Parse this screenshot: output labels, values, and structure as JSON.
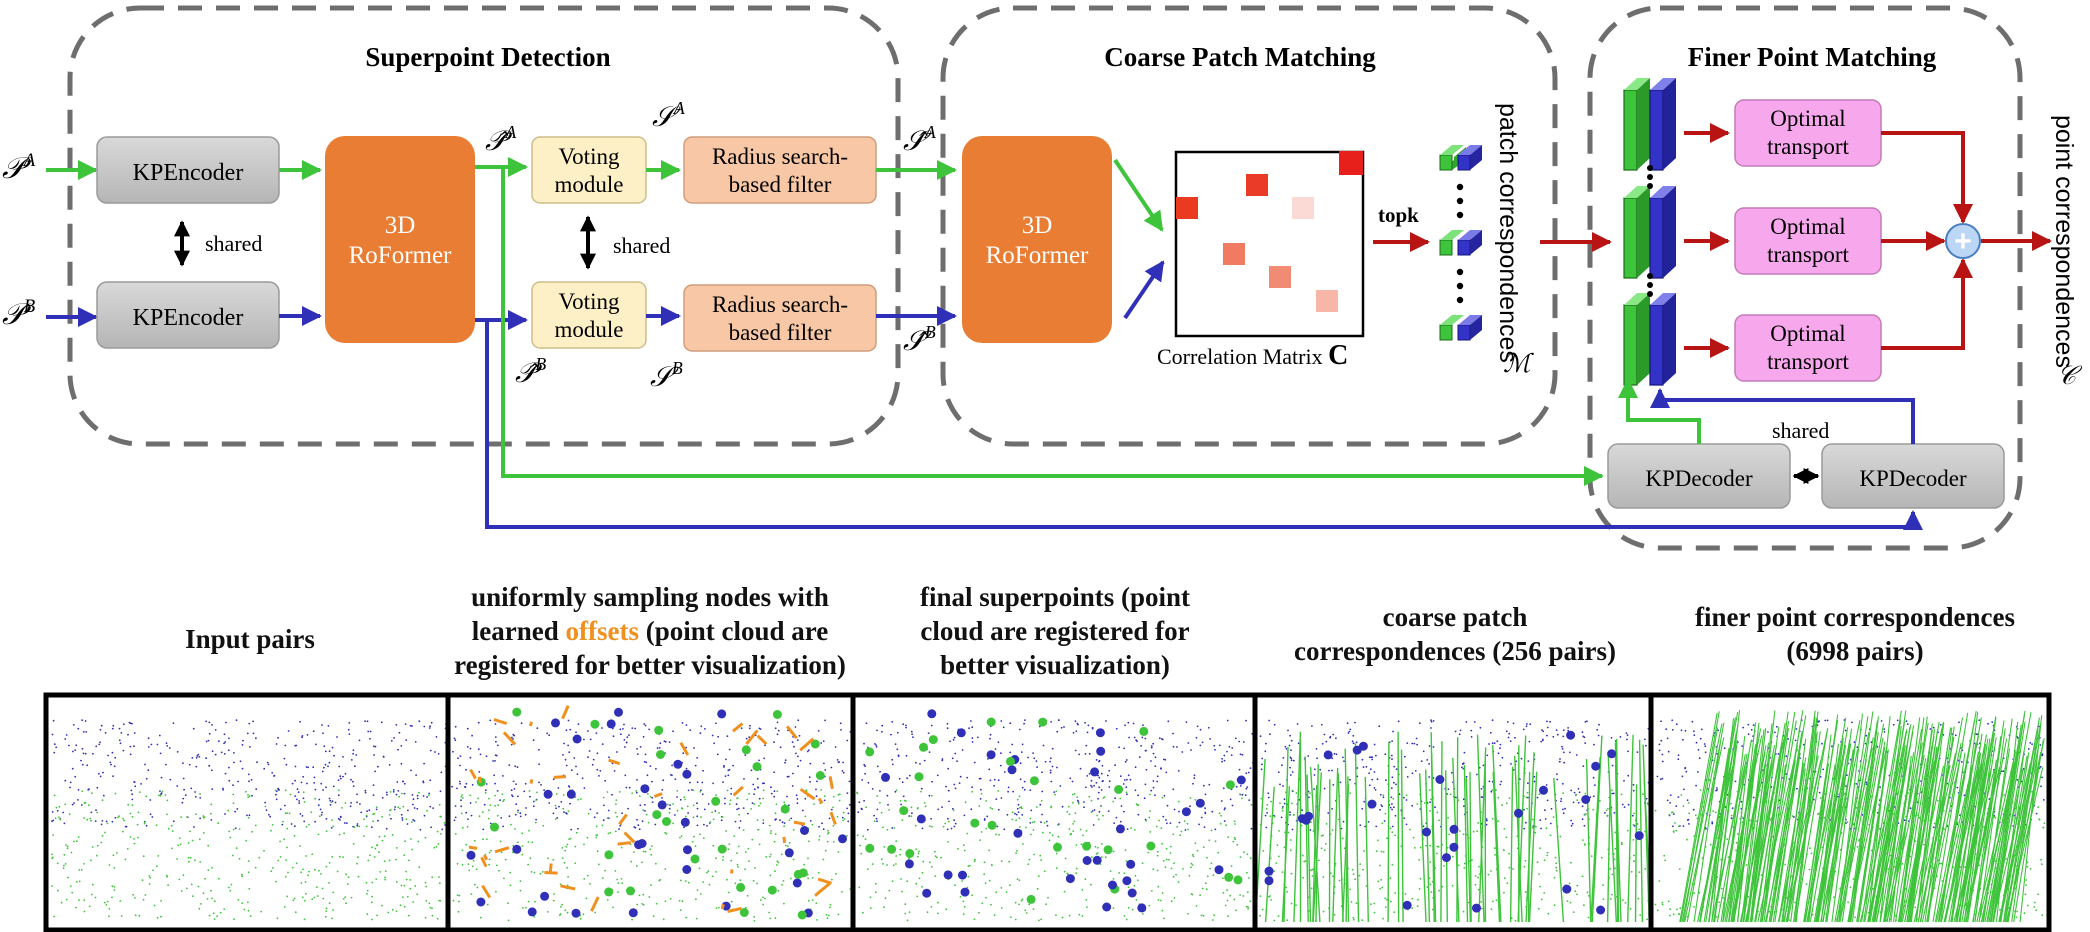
{
  "panels": {
    "superpoint_detection": "Superpoint Detection",
    "coarse_patch_matching": "Coarse Patch Matching",
    "finer_point_matching": "Finer Point Matching"
  },
  "inputs": {
    "pa": "𝒫",
    "pa_sup": "A",
    "pb": "𝒫",
    "pb_sup": "B"
  },
  "blocks": {
    "kpencoder": "KPEncoder",
    "shared": "shared",
    "roformer_line1": "3D",
    "roformer_line2": "RoFormer",
    "voting_line1": "Voting",
    "voting_line2": "module",
    "radius_line1": "Radius search-",
    "radius_line2": "based filter",
    "optimal_line1": "Optimal",
    "optimal_line2": "transport",
    "kpdecoder": "KPDecoder",
    "plus": "+"
  },
  "symbols": {
    "p_hat": "𝒫̂",
    "s": "𝒮",
    "s_hat": "𝒮̂",
    "sup_a": "A",
    "sup_b": "B"
  },
  "matrix": {
    "label": "Correlation Matrix",
    "symbol": "C",
    "topk": "topk"
  },
  "side_labels": {
    "patch": "patch correspondences",
    "patch_symbol": "ℳ",
    "point": "point correspondences",
    "point_symbol": "𝒞"
  },
  "captions": {
    "input": "Input pairs",
    "sampling_1": "uniformly sampling nodes with",
    "sampling_2a": "learned ",
    "sampling_2b": "offsets",
    "sampling_2c": " (point cloud are",
    "sampling_3": "registered for better visualization)",
    "final_1": "final superpoints (point",
    "final_2": "cloud are registered for",
    "final_3": "better visualization)",
    "coarse_1": "coarse patch",
    "coarse_2": "correspondences (256 pairs)",
    "finer_1": "finer point correspondences",
    "finer_2": "(6998 pairs)"
  },
  "colors": {
    "green": "#3ec43a",
    "blue": "#2f2fb8",
    "red": "#b81414",
    "orange_block": "#ea7d34",
    "gray_block": "#c8c8c8",
    "voting": "#fdf0c6",
    "radius": "#f8c8a6",
    "optimal": "#f7a8ec",
    "offset_orange": "#f0901e"
  }
}
